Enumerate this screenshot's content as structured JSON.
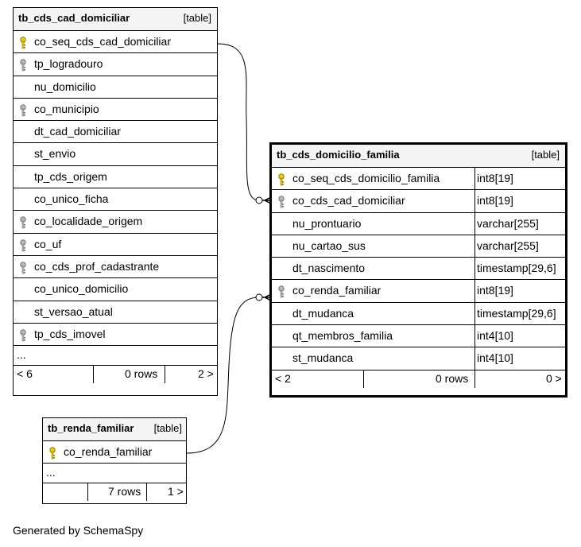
{
  "tables": {
    "cad_domiciliar": {
      "name": "tb_cds_cad_domiciliar",
      "kind": "[table]",
      "columns": [
        {
          "name": "co_seq_cds_cad_domiciliar",
          "key": "primary"
        },
        {
          "name": "tp_logradouro",
          "key": "foreign"
        },
        {
          "name": "nu_domicilio",
          "key": "none"
        },
        {
          "name": "co_municipio",
          "key": "foreign"
        },
        {
          "name": "dt_cad_domiciliar",
          "key": "none"
        },
        {
          "name": "st_envio",
          "key": "none"
        },
        {
          "name": "tp_cds_origem",
          "key": "none"
        },
        {
          "name": "co_unico_ficha",
          "key": "none"
        },
        {
          "name": "co_localidade_origem",
          "key": "foreign"
        },
        {
          "name": "co_uf",
          "key": "foreign"
        },
        {
          "name": "co_cds_prof_cadastrante",
          "key": "foreign"
        },
        {
          "name": "co_unico_domicilio",
          "key": "none"
        },
        {
          "name": "st_versao_atual",
          "key": "none"
        },
        {
          "name": "tp_cds_imovel",
          "key": "foreign"
        }
      ],
      "ellipsis": "...",
      "footer": {
        "left": "< 6",
        "rows": "0 rows",
        "right": "2 >"
      }
    },
    "domicilio_familia": {
      "name": "tb_cds_domicilio_familia",
      "kind": "[table]",
      "columns": [
        {
          "name": "co_seq_cds_domicilio_familia",
          "type": "int8[19]",
          "key": "primary"
        },
        {
          "name": "co_cds_cad_domiciliar",
          "type": "int8[19]",
          "key": "foreign"
        },
        {
          "name": "nu_prontuario",
          "type": "varchar[255]",
          "key": "none"
        },
        {
          "name": "nu_cartao_sus",
          "type": "varchar[255]",
          "key": "none"
        },
        {
          "name": "dt_nascimento",
          "type": "timestamp[29,6]",
          "key": "none"
        },
        {
          "name": "co_renda_familiar",
          "type": "int8[19]",
          "key": "foreign"
        },
        {
          "name": "dt_mudanca",
          "type": "timestamp[29,6]",
          "key": "none"
        },
        {
          "name": "qt_membros_familia",
          "type": "int4[10]",
          "key": "none"
        },
        {
          "name": "st_mudanca",
          "type": "int4[10]",
          "key": "none"
        }
      ],
      "footer": {
        "left": "< 2",
        "rows": "0 rows",
        "right": "0 >"
      }
    },
    "renda_familiar": {
      "name": "tb_renda_familiar",
      "kind": "[table]",
      "columns": [
        {
          "name": "co_renda_familiar",
          "key": "primary"
        }
      ],
      "ellipsis": "...",
      "footer": {
        "left": "",
        "rows": "7 rows",
        "right": "1 >"
      }
    }
  },
  "colors": {
    "primary_key": "#f0d000",
    "foreign_key": "#b8b8b8",
    "header_bg": "#f4f4f4",
    "line": "#000000"
  },
  "generated_by": "Generated by SchemaSpy"
}
